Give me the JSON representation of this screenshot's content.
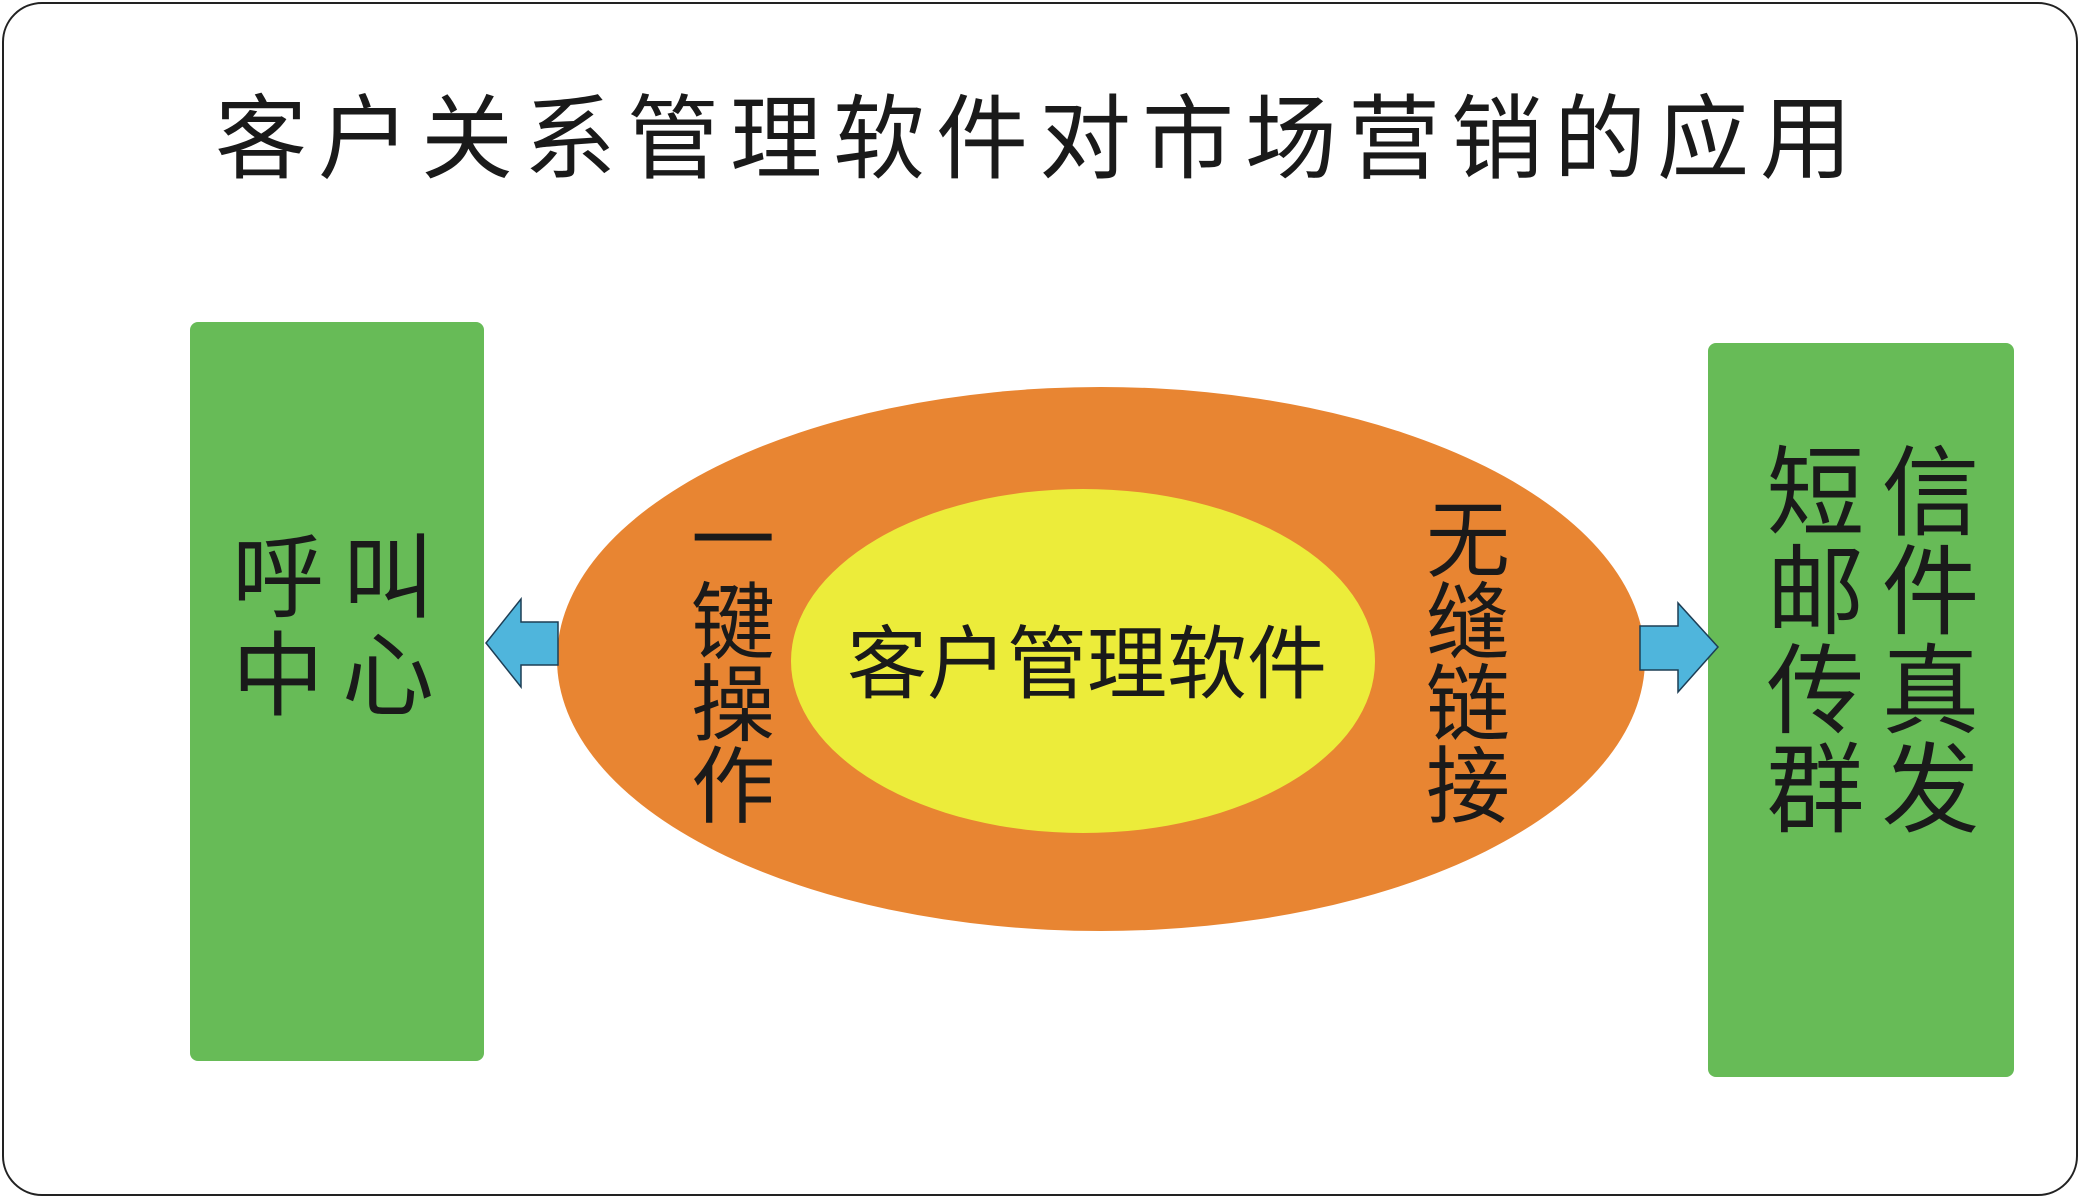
{
  "title": "客户关系管理软件对市场营销的应用",
  "left_box": {
    "rows": [
      [
        "呼",
        "叫"
      ],
      [
        "中",
        "心"
      ]
    ]
  },
  "right_box": {
    "rows": [
      [
        "短",
        "信"
      ],
      [
        "邮",
        "件"
      ],
      [
        "传",
        "真"
      ],
      [
        "群",
        "发"
      ]
    ]
  },
  "outer_ellipse": {
    "left_label": [
      "一",
      "键",
      "操",
      "作"
    ],
    "right_label": [
      "无",
      "缝",
      "链",
      "接"
    ]
  },
  "inner_ellipse": {
    "label": "客户管理软件"
  },
  "colors": {
    "green": "#67bb57",
    "orange": "#e88532",
    "yellow": "#ecec3a",
    "arrow": "#4fb5dc"
  }
}
